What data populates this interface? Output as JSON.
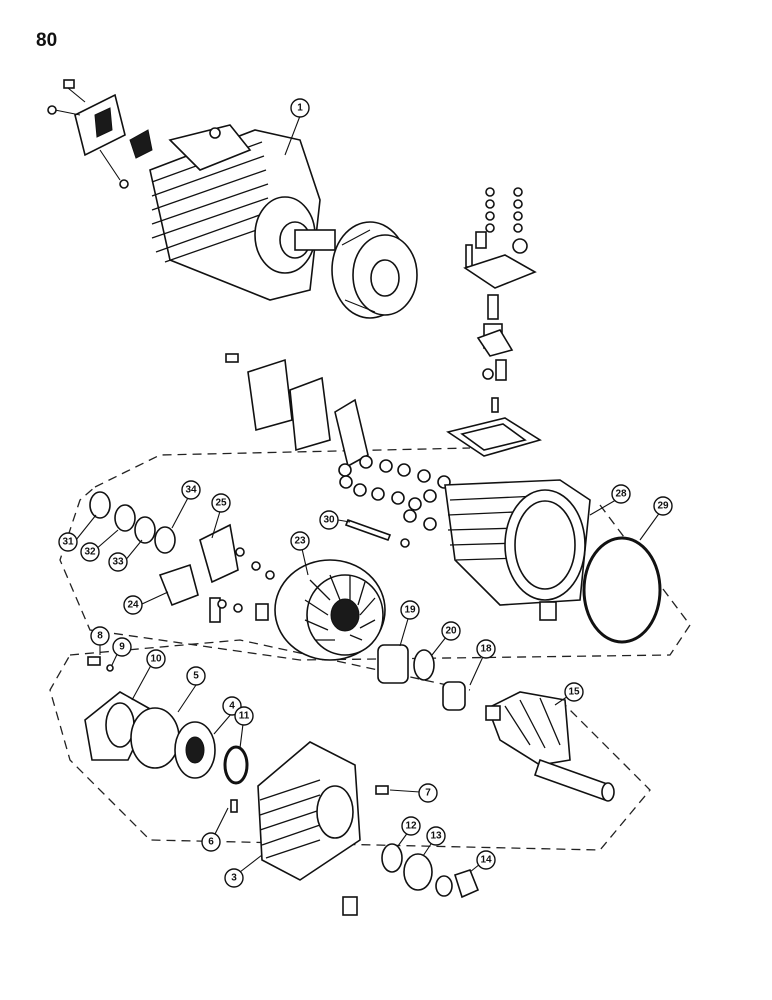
{
  "page": {
    "number": "80"
  },
  "callouts": [
    "1",
    "3",
    "4",
    "5",
    "6",
    "7",
    "8",
    "9",
    "10",
    "11",
    "12",
    "13",
    "14",
    "15",
    "18",
    "19",
    "20",
    "23",
    "24",
    "25",
    "28",
    "29",
    "30",
    "31",
    "32",
    "33",
    "34"
  ]
}
